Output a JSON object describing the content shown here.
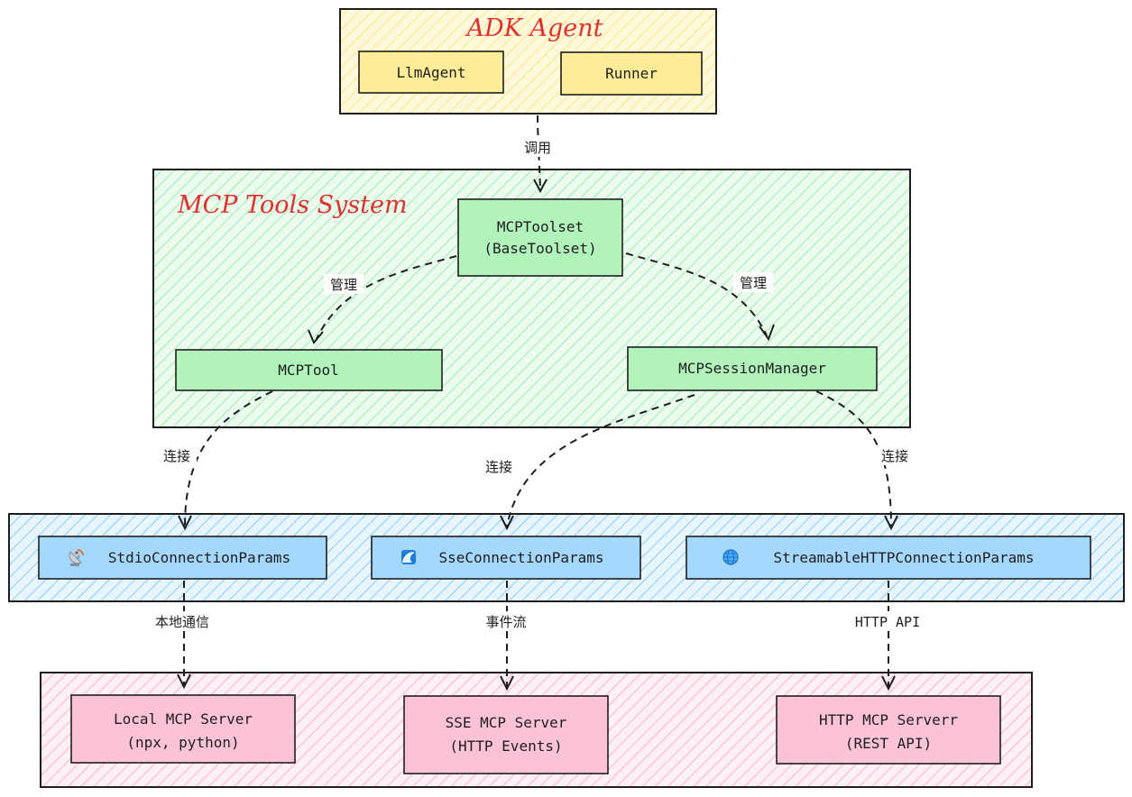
{
  "groups": {
    "adk": {
      "title": "ADK Agent",
      "fill": "#fff3bf",
      "hatch": "#ffe066"
    },
    "mcp": {
      "title": "MCP Tools System",
      "fill": "#ebfbee",
      "hatch": "#8ce99a"
    },
    "conn": {
      "title": "",
      "fill": "#e7f5ff",
      "hatch": "#74c0fc"
    },
    "servers": {
      "title": "",
      "fill": "#fff0f6",
      "hatch": "#faa2c1"
    }
  },
  "nodes": {
    "llm_agent": {
      "lines": [
        "LlmAgent"
      ]
    },
    "runner": {
      "lines": [
        "Runner"
      ]
    },
    "mcp_toolset": {
      "lines": [
        "MCPToolset",
        "(BaseToolset)"
      ]
    },
    "mcp_tool": {
      "lines": [
        "MCPTool"
      ]
    },
    "session_manager": {
      "lines": [
        "MCPSessionManager"
      ]
    },
    "stdio": {
      "lines": [
        "StdioConnectionParams"
      ],
      "icon": "satellite-antenna-icon"
    },
    "sse": {
      "lines": [
        "SseConnectionParams"
      ],
      "icon": "water-wave-icon"
    },
    "http": {
      "lines": [
        "StreamableHTTPConnectionParams"
      ],
      "icon": "globe-icon"
    },
    "local_server": {
      "lines": [
        "Local MCP Server",
        "(npx, python)"
      ]
    },
    "sse_server": {
      "lines": [
        "SSE MCP Server",
        "(HTTP Events)"
      ]
    },
    "http_server": {
      "lines": [
        "HTTP MCP Serverr",
        "(REST API)"
      ]
    }
  },
  "edges": {
    "call": {
      "label": "调用"
    },
    "manage_tool": {
      "label": "管理"
    },
    "manage_session": {
      "label": "管理"
    },
    "connect_stdio": {
      "label": "连接"
    },
    "connect_sse": {
      "label": "连接"
    },
    "connect_http": {
      "label": "连接"
    },
    "local_comm": {
      "label": "本地通信"
    },
    "event_stream": {
      "label": "事件流"
    },
    "http_api": {
      "label": "HTTP API"
    }
  },
  "colors": {
    "stroke": "#1e1e1e",
    "title_red": "#e03131",
    "yellow_node": "#ffec99",
    "green_node": "#b2f2bb",
    "blue_node": "#a5d8ff",
    "pink_node": "#fcc2d7"
  }
}
